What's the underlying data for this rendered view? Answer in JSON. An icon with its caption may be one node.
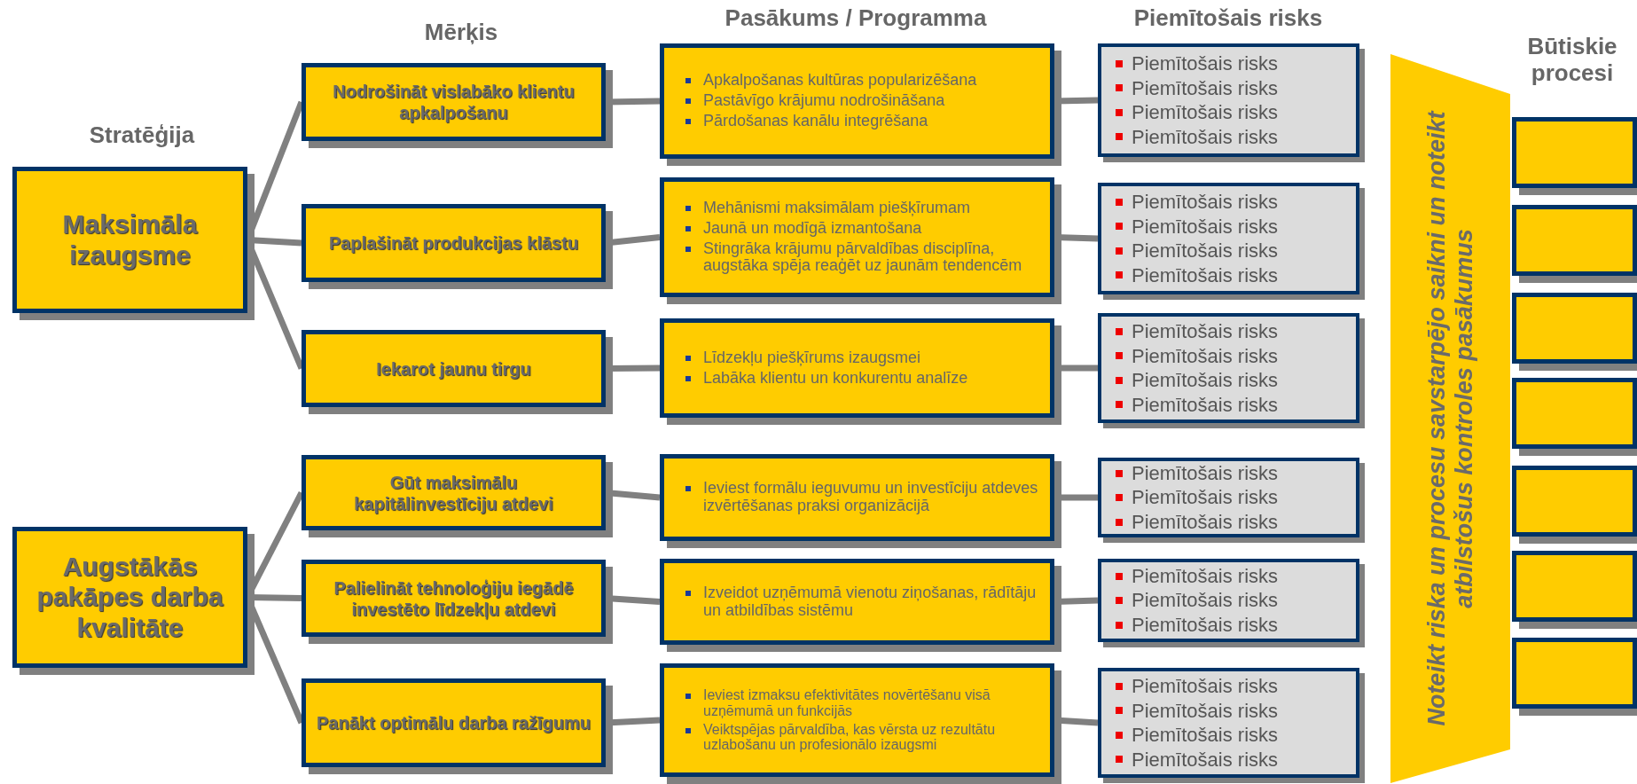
{
  "diagram": {
    "nodes": [
      {
        "text": [
          "Maksimāla izaugsme"
        ]
      },
      {
        "text": [
          "Augstākās pakāpes darba kvalitāte"
        ]
      },
      {
        "text": [
          "Nodrošināt vislabāko klientu apkalpošanu"
        ]
      },
      {
        "text": [
          "Paplašināt produkcijas klāstu"
        ]
      },
      {
        "text": [
          "Iekarot jaunu tirgu"
        ]
      },
      {
        "text": [
          "Gūt maksimālu kapitālinvestīciju atdevi"
        ]
      },
      {
        "text": [
          "Palielināt tehnoloģiju iegādē investēto līdzekļu atdevi"
        ]
      },
      {
        "text": [
          "Panākt optimālu darba ražīgumu"
        ]
      },
      {
        "text": [
          "Apkalpošanas kultūras popularizēšana",
          "Pastāvīgo krājumu nodrošināšana",
          "Pārdošanas kanālu integrēšana"
        ]
      },
      {
        "text": [
          "Mehānismi maksimālam piešķīrumam",
          "Jaunā un modīgā izmantošana",
          "Stingrāka krājumu pārvaldības disciplīna, augstāka spēja reaģēt uz jaunām tendencēm"
        ]
      },
      {
        "text": [
          "Līdzekļu piešķīrums izaugsmei",
          "Labāka klientu un konkurentu analīze"
        ]
      },
      {
        "text": [
          "Ieviest formālu ieguvumu un investīciju atdeves izvērtēšanas praksi organizācijā"
        ]
      },
      {
        "text": [
          "Izveidot uzņēmumā vienotu ziņošanas, rādītāju un atbildības sistēmu"
        ]
      },
      {
        "text": [
          "Ieviest izmaksu efektivitātes novērtēšanu visā uzņēmumā un funkcijās",
          "Veiktspējas pārvaldība, kas vērsta uz rezultātu uzlabošanu un profesionālo izaugsmi"
        ]
      },
      {
        "text": [
          "Piemītošais risks",
          "Piemītošais risks",
          "Piemītošais risks",
          "Piemītošais risks"
        ]
      },
      {
        "text": [
          "Piemītošais risks",
          "Piemītošais risks",
          "Piemītošais risks",
          "Piemītošais risks"
        ]
      },
      {
        "text": [
          "Piemītošais risks",
          "Piemītošais risks",
          "Piemītošais risks",
          "Piemītošais risks"
        ]
      },
      {
        "text": [
          "Piemītošais risks",
          "Piemītošais risks",
          "Piemītošais risks"
        ]
      },
      {
        "text": [
          "Piemītošais risks",
          "Piemītošais risks",
          "Piemītošais risks"
        ]
      },
      {
        "text": [
          "Piemītošais risks",
          "Piemītošais risks",
          "Piemītošais risks",
          "Piemītošais risks"
        ]
      },
      {
        "text": [
          "Noteikt riska un procesu savstarpējo saikni un noteikt atbilstošus kontroles pasākumus"
        ]
      },
      {
        "text": [],
        "shape": "box"
      },
      {
        "text": [],
        "shape": "box"
      },
      {
        "text": [],
        "shape": "box"
      },
      {
        "text": [],
        "shape": "box"
      },
      {
        "text": [],
        "shape": "box"
      },
      {
        "text": [],
        "shape": "box"
      },
      {
        "text": [],
        "shape": "box"
      }
    ],
    "edges": [
      {
        "from": 0,
        "to": 2,
        "arrow": "none"
      },
      {
        "from": 0,
        "to": 3,
        "arrow": "none"
      },
      {
        "from": 0,
        "to": 4,
        "arrow": "none"
      },
      {
        "from": 1,
        "to": 5,
        "arrow": "none"
      },
      {
        "from": 1,
        "to": 6,
        "arrow": "none"
      },
      {
        "from": 1,
        "to": 7,
        "arrow": "none"
      },
      {
        "from": 2,
        "to": 8,
        "arrow": "none"
      },
      {
        "from": 3,
        "to": 9,
        "arrow": "none"
      },
      {
        "from": 4,
        "to": 10,
        "arrow": "none"
      },
      {
        "from": 5,
        "to": 11,
        "arrow": "none"
      },
      {
        "from": 6,
        "to": 12,
        "arrow": "none"
      },
      {
        "from": 7,
        "to": 13,
        "arrow": "none"
      },
      {
        "from": 8,
        "to": 14,
        "arrow": "none"
      },
      {
        "from": 9,
        "to": 15,
        "arrow": "none"
      },
      {
        "from": 10,
        "to": 16,
        "arrow": "none"
      },
      {
        "from": 11,
        "to": 17,
        "arrow": "none"
      },
      {
        "from": 12,
        "to": 18,
        "arrow": "none"
      },
      {
        "from": 13,
        "to": 19,
        "arrow": "none"
      }
    ],
    "labels": [
      "Stratēģija",
      "Mērķis",
      "Pasākums / Programma",
      "Piemītošais risks",
      "Būtiskie procesi"
    ]
  }
}
